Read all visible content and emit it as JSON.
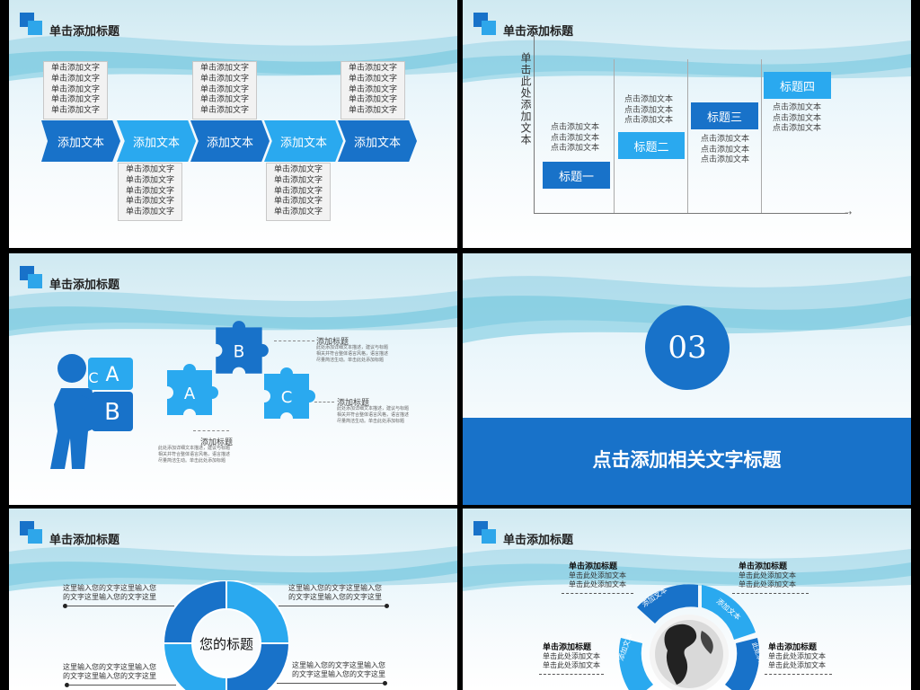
{
  "slide_title": "单击添加标题",
  "slide1": {
    "box_lines": [
      "单击添加文字",
      "单击添加文字",
      "单击添加文字",
      "单击添加文字",
      "单击添加文字"
    ],
    "steps": [
      "添加文本",
      "添加文本",
      "添加文本",
      "添加文本",
      "添加文本"
    ]
  },
  "slide2": {
    "y_label": "单击此处添加文本",
    "headings": [
      "标题一",
      "标题二",
      "标题三",
      "标题四"
    ],
    "text_lines": [
      "点击添加文本",
      "点击添加文本",
      "点击添加文本"
    ]
  },
  "slide3": {
    "puzzle_letters": [
      "A",
      "B",
      "C"
    ],
    "box_letters": [
      "C",
      "A",
      "B"
    ],
    "label": "添加标题",
    "desc": "此处添加详细文本描述，建议与标题相关并符合整体语言风格，语言描述尽量简洁生动。单击此处添加标题"
  },
  "slide4": {
    "number": "03",
    "banner": "点击添加相关文字标题"
  },
  "slide5": {
    "center_title": "您的标题",
    "item_text": "这里输入您的文字这里输入您的文字这里输入您的文字这里"
  },
  "slide6": {
    "item_title": "单击添加标题",
    "item_line": "单击此处添加文本",
    "ring_label": "添加文本",
    "ring_label_alt": "此处添加文本"
  },
  "colors": {
    "dark_blue": "#1872c9",
    "light_blue": "#2aa9ef"
  }
}
